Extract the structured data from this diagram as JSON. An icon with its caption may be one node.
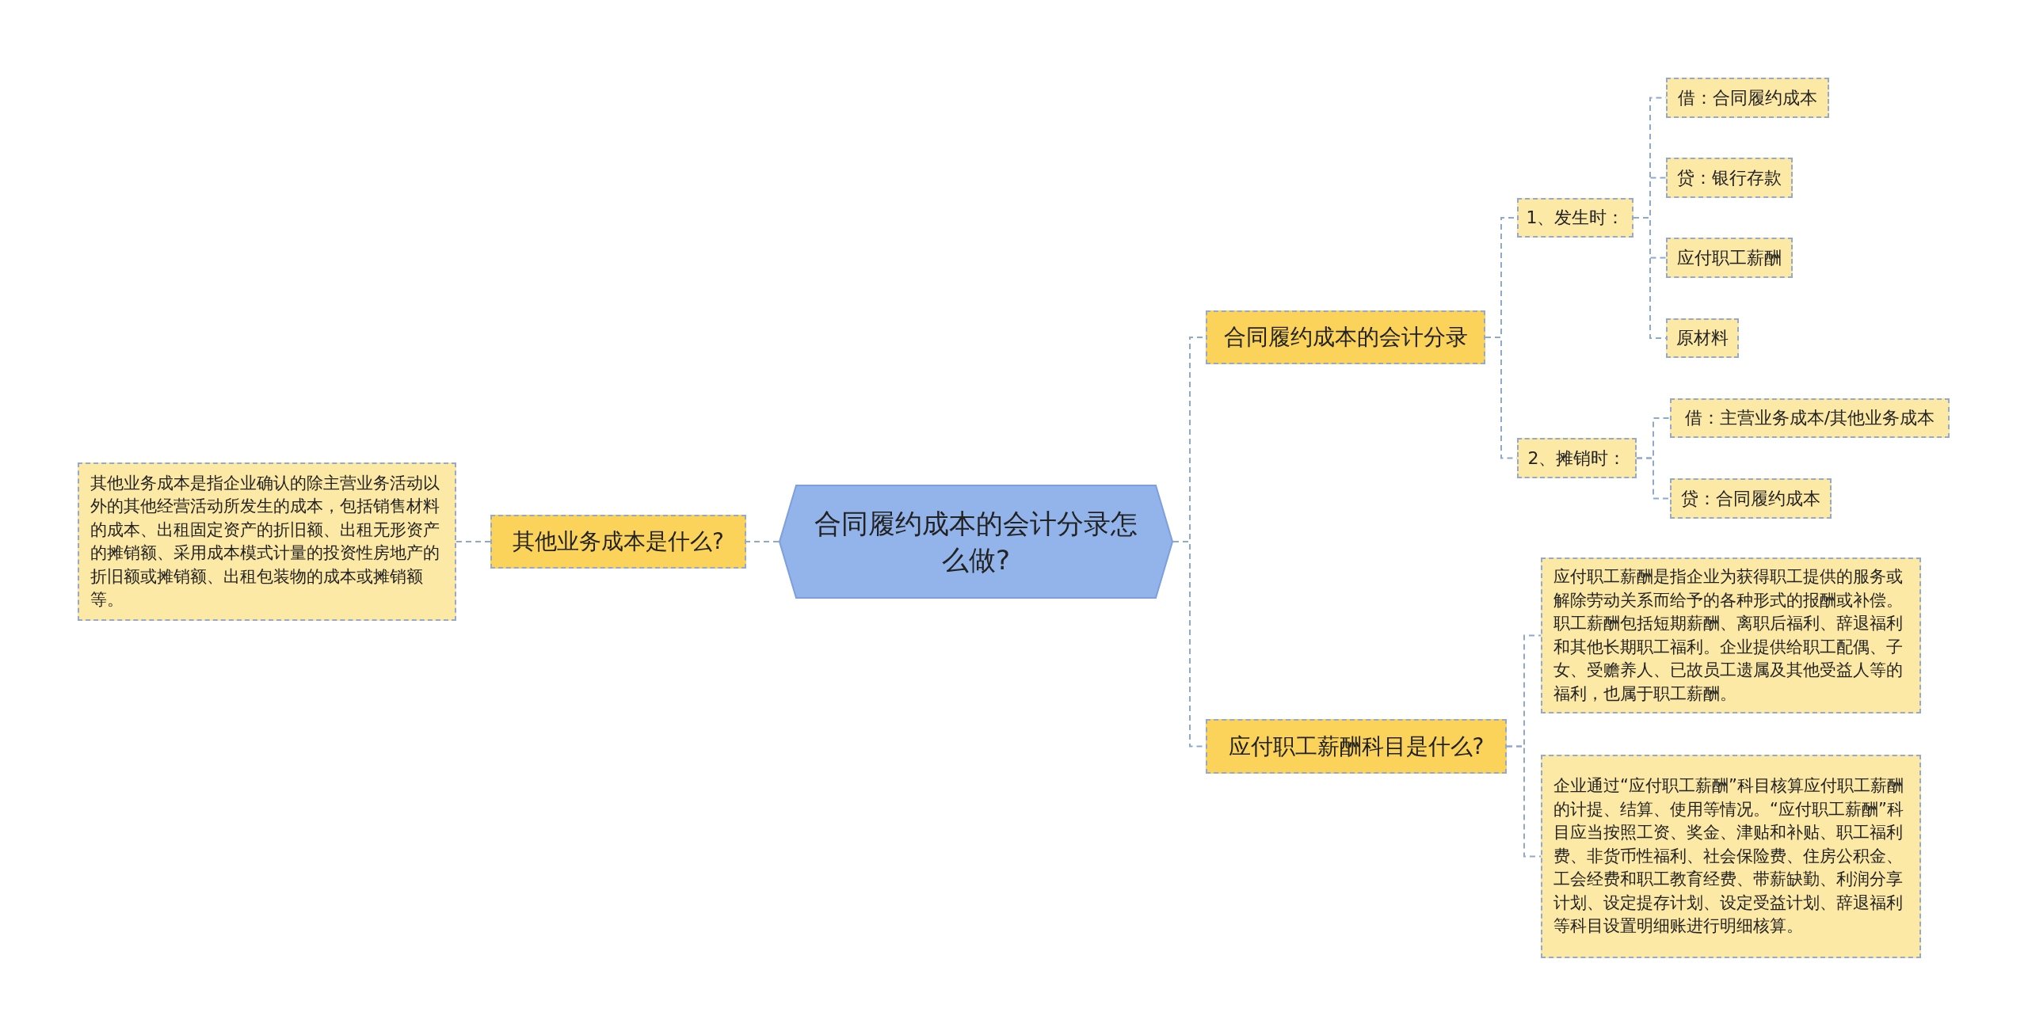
{
  "diagram": {
    "nodes": [
      {
        "text": [
          "合同履约成本的会计分录怎么做?"
        ]
      },
      {
        "text": [
          "其他业务成本是什么?"
        ]
      },
      {
        "text": [
          "其他业务成本是指企业确认的除主营业务活动以外的其他经营活动所发生的成本，包括销售材料的成本、出租固定资产的折旧额、出租无形资产的摊销额、采用成本模式计量的投资性房地产的折旧额或摊销额、出租包装物的成本或摊销额等。"
        ]
      },
      {
        "text": [
          "合同履约成本的会计分录"
        ]
      },
      {
        "text": [
          "1、发生时："
        ]
      },
      {
        "text": [
          "借：合同履约成本"
        ]
      },
      {
        "text": [
          "贷：银行存款"
        ]
      },
      {
        "text": [
          "应付职工薪酬"
        ]
      },
      {
        "text": [
          "原材料"
        ]
      },
      {
        "text": [
          "2、摊销时："
        ]
      },
      {
        "text": [
          "借：主营业务成本/其他业务成本"
        ]
      },
      {
        "text": [
          "贷：合同履约成本"
        ]
      },
      {
        "text": [
          "应付职工薪酬科目是什么?"
        ]
      },
      {
        "text": [
          "应付职工薪酬是指企业为获得职工提供的服务或解除劳动关系而给予的各种形式的报酬或补偿。职工薪酬包括短期薪酬、离职后福利、辞退福利和其他长期职工福利。企业提供给职工配偶、子女、受赡养人、已故员工遗属及其他受益人等的福利，也属于职工薪酬。"
        ]
      },
      {
        "text": [
          "企业通过“应付职工薪酬”科目核算应付职工薪酬的计提、结算、使用等情况。“应付职工薪酬”科目应当按照工资、奖金、津贴和补贴、职工福利费、非货币性福利、社会保险费、住房公积金、工会经费和职工教育经费、带薪缺勤、利润分享计划、设定提存计划、设定受益计划、辞退福利等科目设置明细账进行明细核算。"
        ]
      }
    ],
    "edges": [
      {
        "from": 0,
        "to": 1,
        "arrow": "none"
      },
      {
        "from": 1,
        "to": 2,
        "arrow": "none"
      },
      {
        "from": 0,
        "to": 3,
        "arrow": "none"
      },
      {
        "from": 3,
        "to": 4,
        "arrow": "none"
      },
      {
        "from": 4,
        "to": 5,
        "arrow": "none"
      },
      {
        "from": 4,
        "to": 6,
        "arrow": "none"
      },
      {
        "from": 4,
        "to": 7,
        "arrow": "none"
      },
      {
        "from": 4,
        "to": 8,
        "arrow": "none"
      },
      {
        "from": 3,
        "to": 9,
        "arrow": "none"
      },
      {
        "from": 9,
        "to": 10,
        "arrow": "none"
      },
      {
        "from": 9,
        "to": 11,
        "arrow": "none"
      },
      {
        "from": 0,
        "to": 12,
        "arrow": "none"
      },
      {
        "from": 12,
        "to": 13,
        "arrow": "none"
      },
      {
        "from": 12,
        "to": 14,
        "arrow": "none"
      }
    ]
  }
}
